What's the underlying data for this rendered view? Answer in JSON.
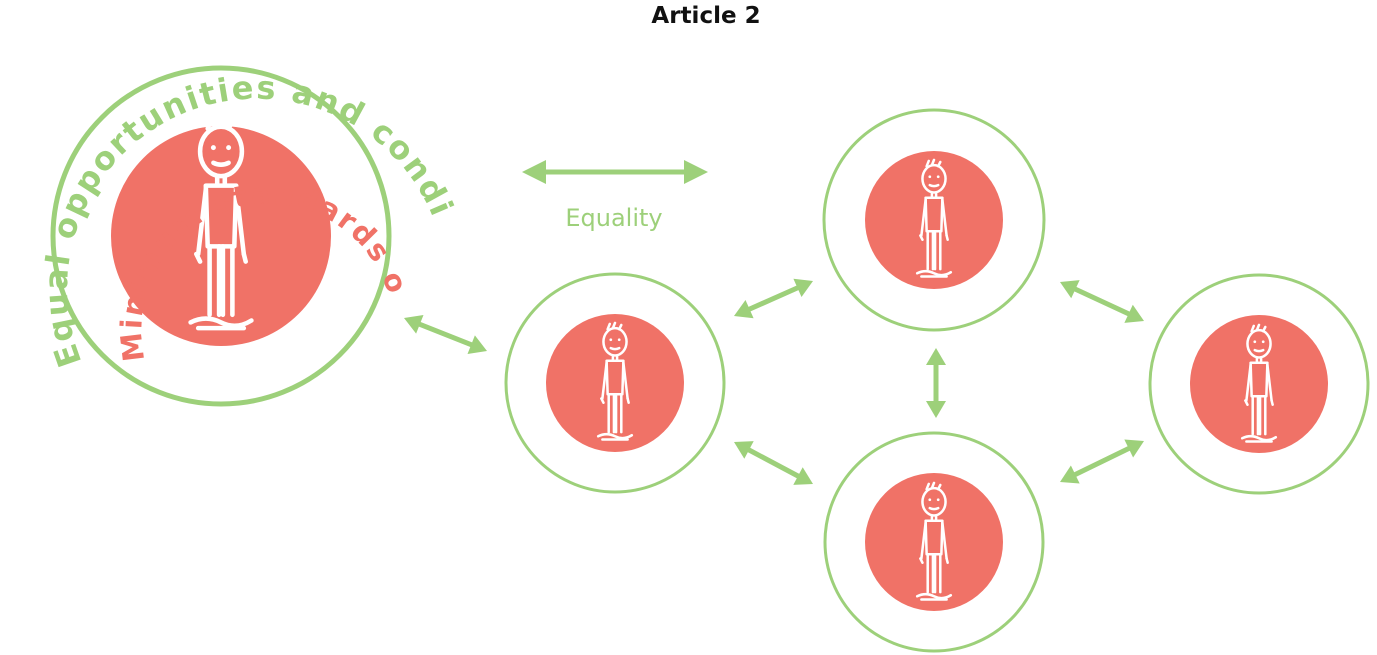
{
  "title": "Article 2",
  "equality_label": "Equality",
  "outer_ring_text": "Equal opportunities and conditions",
  "inner_ring_text": "Minimum standards of protection",
  "colors": {
    "green": "#9dd07a",
    "coral": "#f07267",
    "title": "#111111",
    "background": "#ffffff"
  },
  "icons": {
    "child": "child-figure-icon",
    "arrow": "double-headed-arrow-icon"
  }
}
